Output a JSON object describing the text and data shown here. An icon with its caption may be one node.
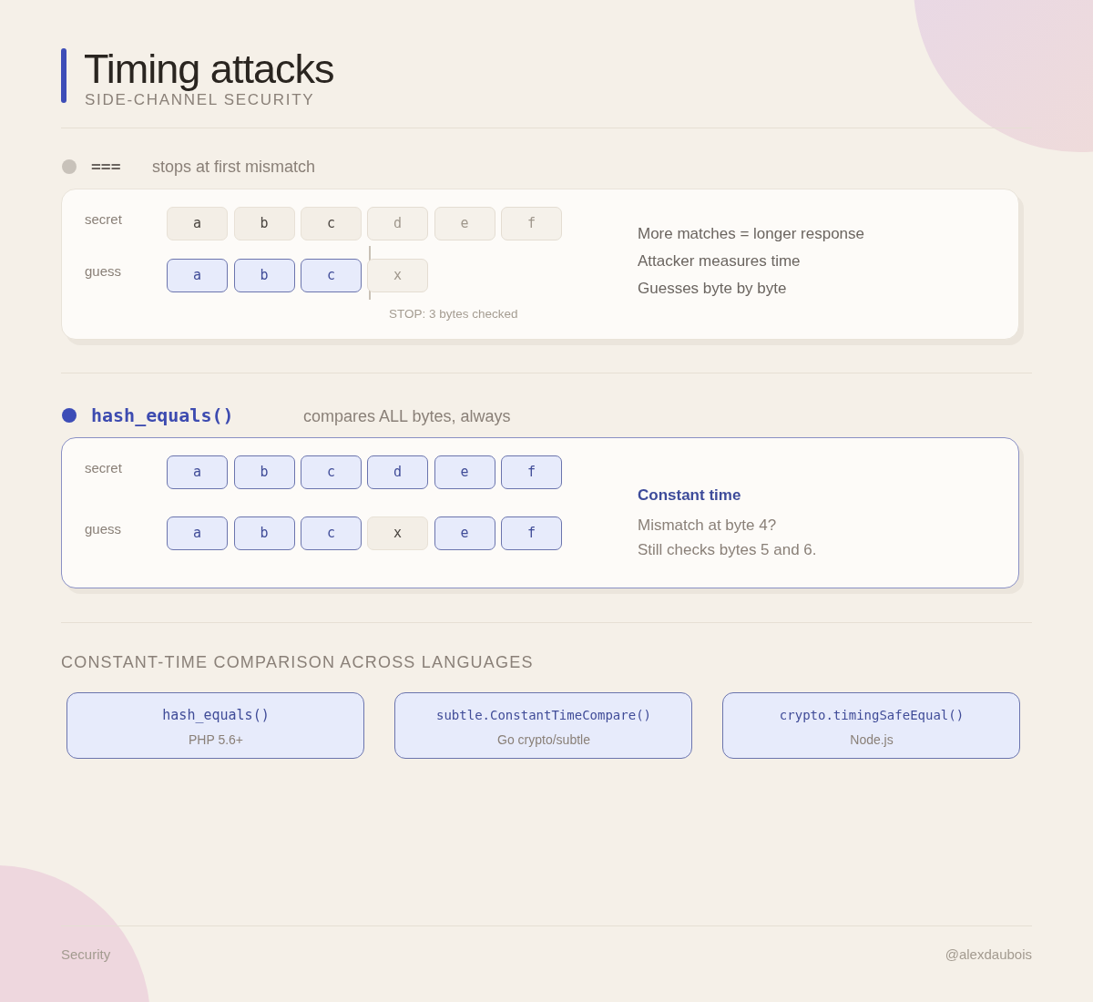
{
  "diagram": {
    "title": "Timing attacks",
    "nodes": [
      {
        "text": [
          "===",
          "stops at first mismatch",
          "More matches = longer response",
          "Attacker measures time",
          "Guesses byte by byte"
        ]
      },
      {
        "text": [
          "a"
        ],
        "in": 0
      },
      {
        "text": [
          "b"
        ],
        "in": 0
      },
      {
        "text": [
          "c"
        ],
        "in": 0
      },
      {
        "text": [
          "d"
        ],
        "in": 0
      },
      {
        "text": [
          "e"
        ],
        "in": 0
      },
      {
        "text": [
          "f"
        ],
        "in": 0
      },
      {
        "text": [
          "a"
        ],
        "in": 0
      },
      {
        "text": [
          "b"
        ],
        "in": 0
      },
      {
        "text": [
          "c"
        ],
        "in": 0
      },
      {
        "text": [
          "x"
        ],
        "in": 0
      },
      {
        "text": [
          "hash_equals()",
          "compares ALL bytes, always",
          "Constant time",
          "Mismatch at byte 4?",
          "Still checks bytes 5 and 6."
        ]
      },
      {
        "text": [
          "a"
        ],
        "in": 11
      },
      {
        "text": [
          "b"
        ],
        "in": 11
      },
      {
        "text": [
          "c"
        ],
        "in": 11
      },
      {
        "text": [
          "d"
        ],
        "in": 11
      },
      {
        "text": [
          "e"
        ],
        "in": 11
      },
      {
        "text": [
          "f"
        ],
        "in": 11
      },
      {
        "text": [
          "a"
        ],
        "in": 11
      },
      {
        "text": [
          "b"
        ],
        "in": 11
      },
      {
        "text": [
          "c"
        ],
        "in": 11
      },
      {
        "text": [
          "x"
        ],
        "in": 11
      },
      {
        "text": [
          "e"
        ],
        "in": 11
      },
      {
        "text": [
          "f"
        ],
        "in": 11
      },
      {
        "text": [
          "hash_equals()",
          "PHP 5.6+"
        ]
      },
      {
        "text": [
          "subtle.ConstantTimeCompare()",
          "Go crypto/subtle"
        ]
      },
      {
        "text": [
          "crypto.timingSafeEqual()",
          "Node.js"
        ]
      }
    ],
    "labels": [
      "SIDE-CHANNEL SECURITY",
      "secret",
      "guess",
      "STOP: 3 bytes checked",
      "secret",
      "guess",
      "CONSTANT-TIME COMPARISON ACROSS LANGUAGES",
      "Security",
      "@alexdaubois"
    ]
  }
}
